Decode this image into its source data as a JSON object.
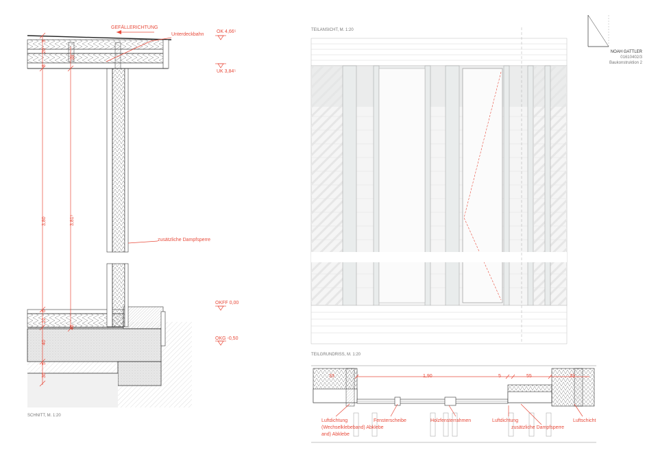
{
  "section": {
    "title": "SCHNITT, M. 1:20",
    "slope_label": "GEFÄLLERICHTUNG",
    "label_unterdeck": "Unterdeckbahn",
    "label_dampfsperre": "zusätzliche Dampfsperre",
    "level_ok": "OK 4,66⁵",
    "level_uk": "UK 3,84⁵",
    "level_okff": "OKFF 0,00",
    "level_okg": "OKG -0,50",
    "height_outer": "3,80",
    "height_inner": "3,81⁵",
    "roof_dims": [
      "8",
      "20",
      "3",
      "38"
    ],
    "floor_dims": [
      "12",
      "6",
      "40",
      "5",
      "30",
      "46"
    ]
  },
  "elevation": {
    "title": "TEILANSICHT, M. 1:20"
  },
  "plan": {
    "title": "TEILGRUNDRISS, M. 1:20",
    "dims": [
      "33",
      "1,90",
      "5",
      "55",
      "33"
    ],
    "labels": [
      "Luftdichtung",
      "(Wechselklebeband) Abklebe",
      "and) Abklebe",
      "Fensterscheibe",
      "Holzfensterrahmen",
      "Luftdichtung",
      "zusätzliche Dampfsperre",
      "Luftschicht"
    ]
  },
  "title_block": {
    "author": "NOAH GATTLER",
    "id": "01610402/3",
    "course": "Baukonstruktion 2"
  }
}
